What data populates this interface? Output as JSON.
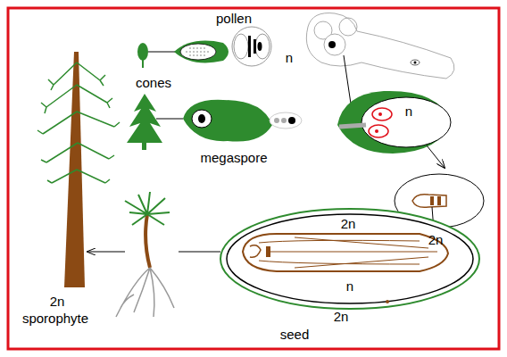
{
  "diagram": {
    "labels": [
      "pollen",
      "cones",
      "n",
      "megaspore",
      "n",
      "2n",
      "2n",
      "n",
      "2n",
      "seed",
      "2n",
      "sporophyte"
    ]
  }
}
